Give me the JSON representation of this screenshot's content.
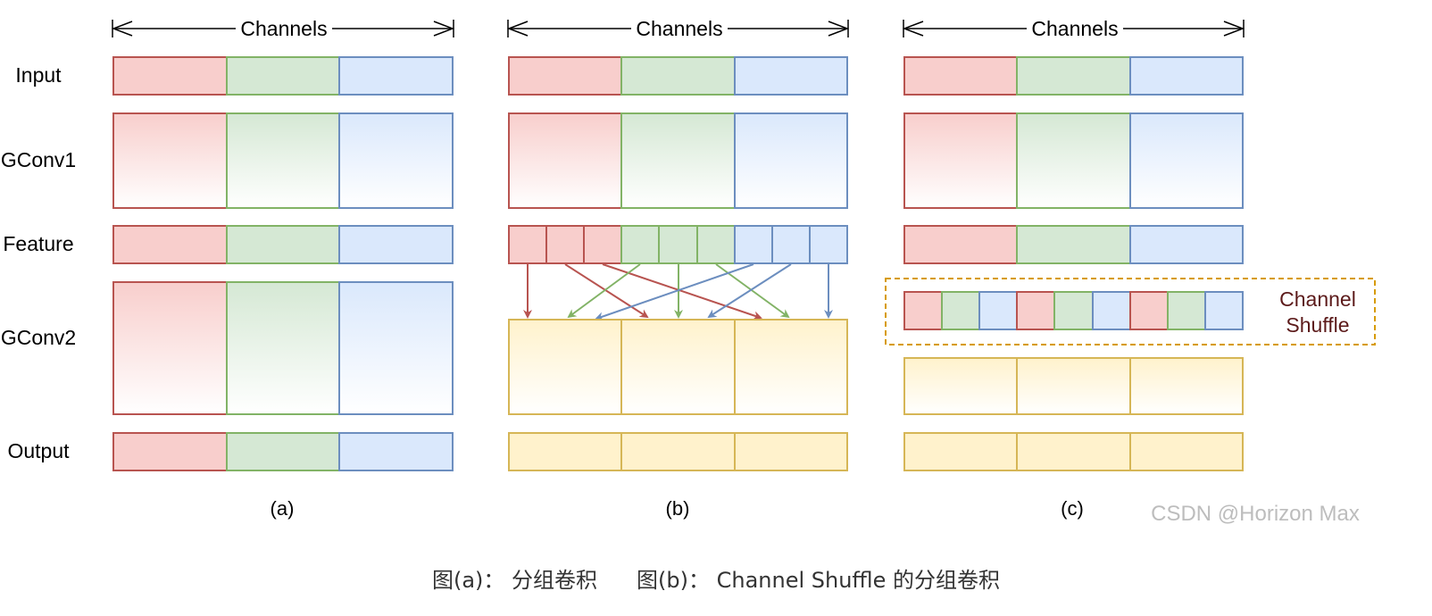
{
  "row_labels": {
    "input": "Input",
    "gconv1": "GConv1",
    "feature": "Feature",
    "gconv2": "GConv2",
    "output": "Output"
  },
  "panels": [
    {
      "header": "Channels",
      "sublabel": "(a)"
    },
    {
      "header": "Channels",
      "sublabel": "(b)"
    },
    {
      "header": "Channels",
      "sublabel": "(c)"
    }
  ],
  "shuffle_label": {
    "line1": "Channel",
    "line2": "Shuffle"
  },
  "watermark": "CSDN @Horizon Max",
  "caption": {
    "part1": "图(a)： 分组卷积",
    "part2": "图(b)： Channel Shuffle 的分组卷积"
  },
  "colors": {
    "red_fill": "#f8cecc",
    "red_stroke": "#b85450",
    "green_fill": "#d5e8d4",
    "green_stroke": "#82b366",
    "blue_fill": "#dae8fc",
    "blue_stroke": "#6c8ebf",
    "yellow_fill": "#fff2cc",
    "yellow_stroke": "#d6b656",
    "shuffle_border": "#d79b00"
  }
}
